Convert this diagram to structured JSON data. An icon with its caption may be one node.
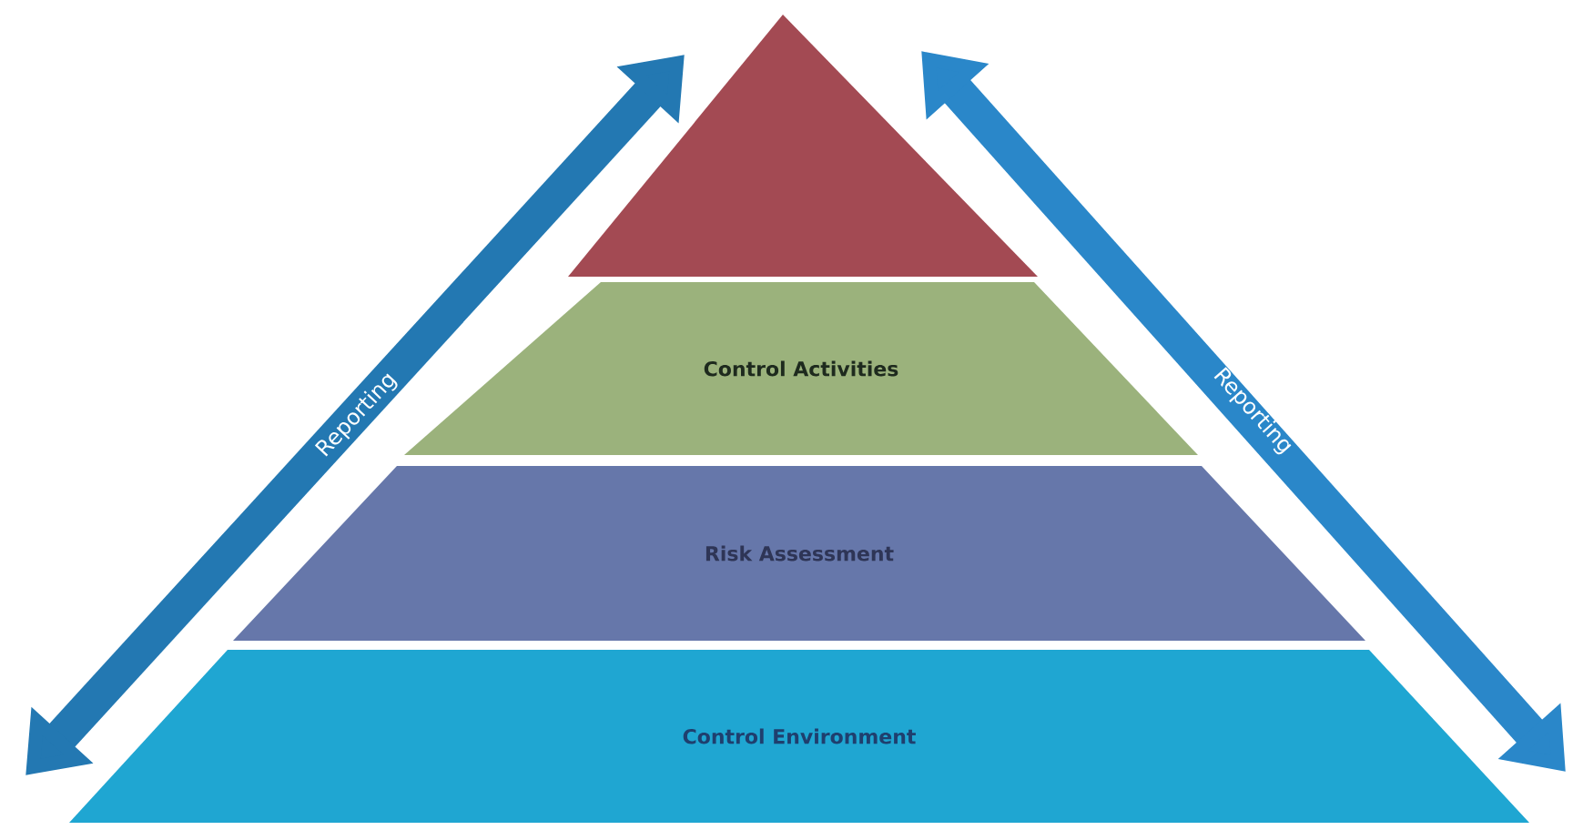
{
  "diagram": {
    "nodes": [
      {
        "text": [],
        "shape": "triangle"
      },
      {
        "text": [
          "Control Activities"
        ]
      },
      {
        "text": [
          "Risk Assessment"
        ]
      },
      {
        "text": [
          "Control Environment"
        ]
      }
    ],
    "labels": [
      "Reporting",
      "Reporting"
    ]
  }
}
